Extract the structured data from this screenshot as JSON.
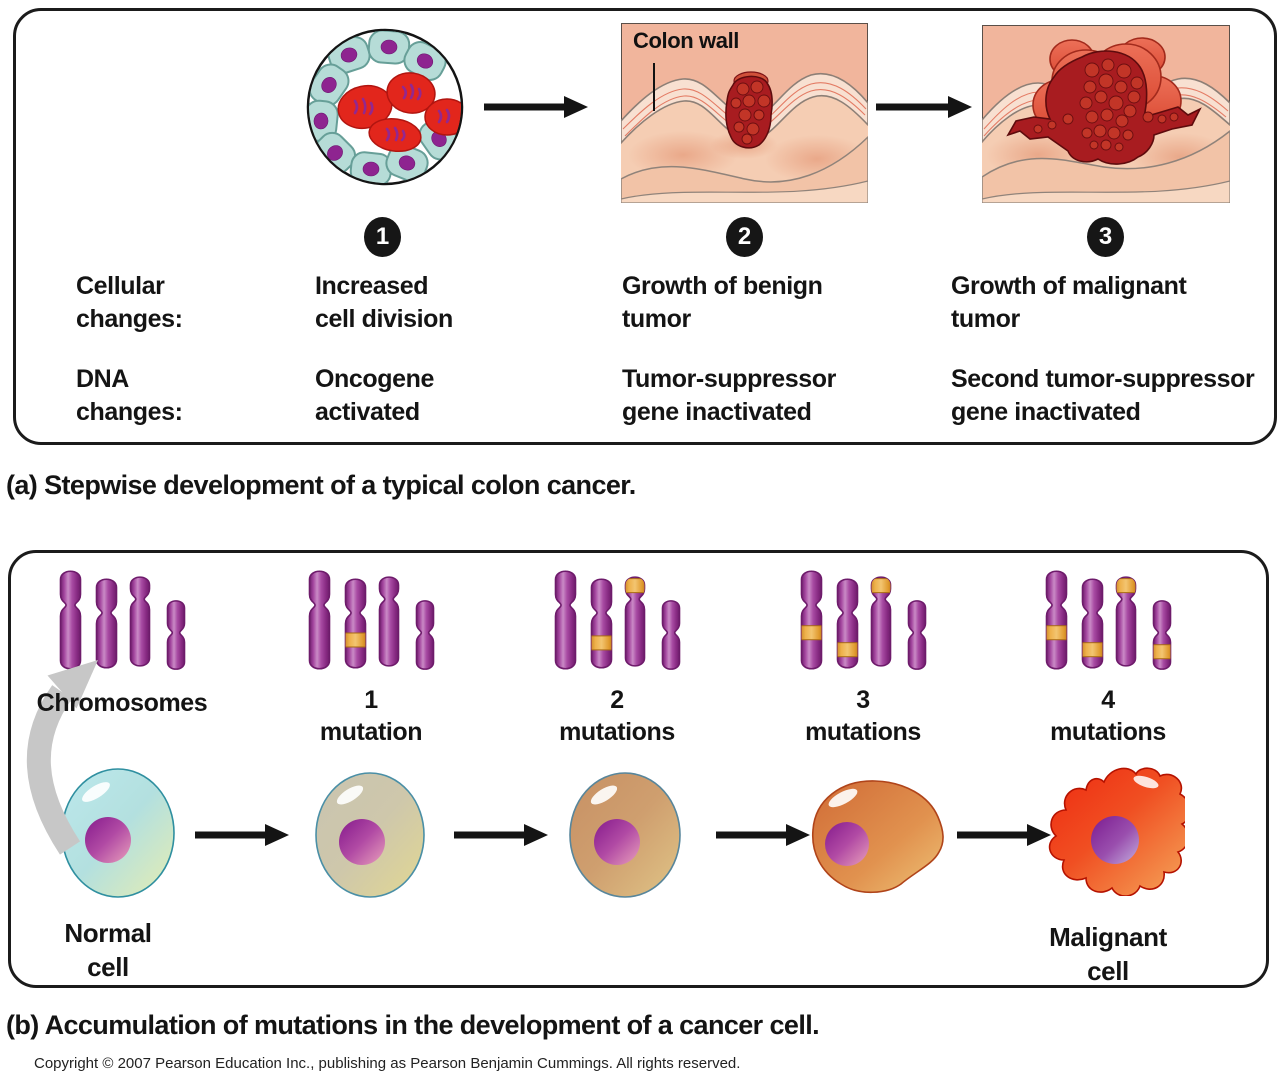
{
  "panel_a": {
    "caption": "(a) Stepwise development of a typical colon cancer.",
    "colon_wall_label": "Colon wall",
    "row_headers": {
      "cellular": "Cellular\nchanges:",
      "dna": "DNA\nchanges:"
    },
    "steps": [
      {
        "number": "1",
        "cellular_change": "Increased\ncell division",
        "dna_change": "Oncogene\nactivated"
      },
      {
        "number": "2",
        "cellular_change": "Growth of benign\ntumor",
        "dna_change": "Tumor-suppressor\ngene inactivated"
      },
      {
        "number": "3",
        "cellular_change": "Growth of malignant\ntumor",
        "dna_change": "Second tumor-suppressor\ngene inactivated"
      }
    ]
  },
  "panel_b": {
    "caption": "(b) Accumulation of mutations in the development of a cancer cell.",
    "chromosome_groups": [
      {
        "label": "Chromosomes",
        "mutation_count": 0,
        "bands": [
          null,
          null,
          null,
          null
        ]
      },
      {
        "label": "1\nmutation",
        "mutation_count": 1,
        "bands": [
          null,
          0.67,
          null,
          null
        ]
      },
      {
        "label": "2\nmutations",
        "mutation_count": 2,
        "bands": [
          null,
          0.7,
          0.13,
          null
        ]
      },
      {
        "label": "3\nmutations",
        "mutation_count": 3,
        "bands": [
          0.62,
          0.77,
          0.13,
          null
        ]
      },
      {
        "label": "4\nmutations",
        "mutation_count": 4,
        "bands": [
          0.62,
          0.77,
          0.13,
          0.72
        ]
      }
    ],
    "cell_labels": {
      "first": "Normal\ncell",
      "last": "Malignant\ncell"
    }
  },
  "footer": {
    "copyright": "Copyright © 2007 Pearson Education Inc., publishing as Pearson Benjamin Cummings. All rights reserved."
  },
  "palette": {
    "salmon_bg": "#f1b59c",
    "wall_cream": "#f8e0d1",
    "tissue_mid": "#f5cdb3",
    "tumor_dark_red": "#a81c20",
    "tumor_cobble_red": "#c23527",
    "tumor_light_red": "#e05c42",
    "chromosome_purple": "#8e2c8a",
    "mutation_band_orange": "#e9a93d",
    "teal_cell": "#b6dcd7",
    "nucleus_purple": "#8e2490",
    "red_cell": "#e2261c",
    "arrow_black": "#141414",
    "gray_arrow": "#c7c7c7"
  }
}
